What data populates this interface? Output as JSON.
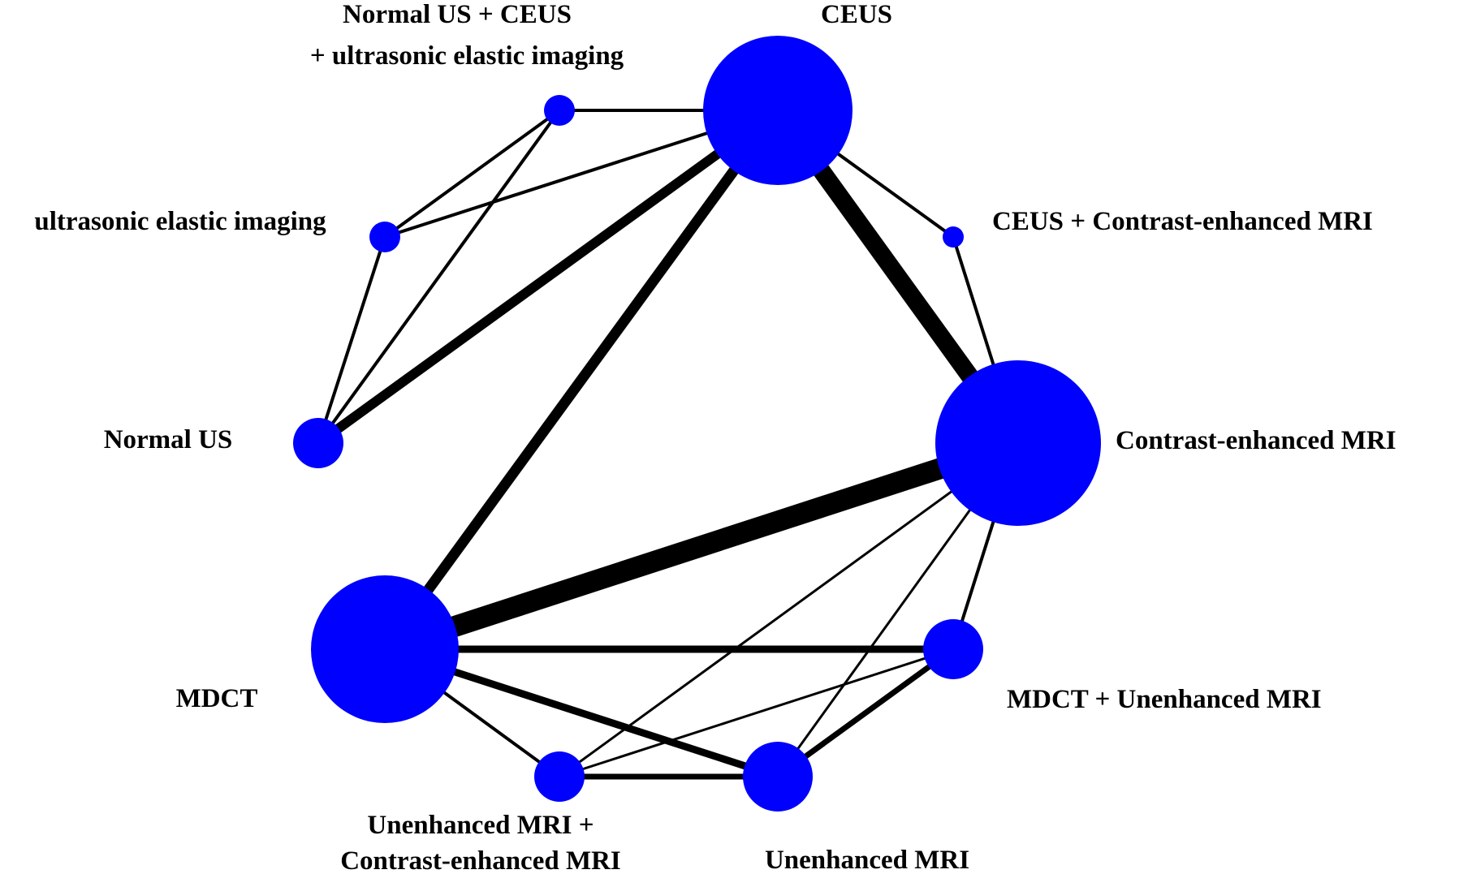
{
  "colors": {
    "node_fill": "#0000ff",
    "edge_stroke": "#000000",
    "label_text": "#000000",
    "background": "#ffffff"
  },
  "nodes": [
    {
      "id": "ceus",
      "lines": [
        "CEUS"
      ]
    },
    {
      "id": "ceus-cemri",
      "lines": [
        "CEUS + Contrast-enhanced MRI"
      ]
    },
    {
      "id": "cemri",
      "lines": [
        "Contrast-enhanced MRI"
      ]
    },
    {
      "id": "mdct-umri",
      "lines": [
        "MDCT + Unenhanced MRI"
      ]
    },
    {
      "id": "umri",
      "lines": [
        "Unenhanced MRI"
      ]
    },
    {
      "id": "umri-cemri",
      "lines": [
        "Unenhanced MRI +",
        "Contrast-enhanced MRI"
      ]
    },
    {
      "id": "mdct",
      "lines": [
        "MDCT"
      ]
    },
    {
      "id": "nus",
      "lines": [
        "Normal US"
      ]
    },
    {
      "id": "uei",
      "lines": [
        "ultrasonic elastic imaging"
      ]
    },
    {
      "id": "nus-ceus-uei",
      "lines": [
        "Normal US + CEUS",
        "+ ultrasonic elastic imaging"
      ]
    }
  ],
  "edges": [
    {
      "from": "nus-ceus-uei",
      "to": "ceus"
    },
    {
      "from": "nus-ceus-uei",
      "to": "uei"
    },
    {
      "from": "nus-ceus-uei",
      "to": "nus"
    },
    {
      "from": "uei",
      "to": "ceus"
    },
    {
      "from": "uei",
      "to": "nus"
    },
    {
      "from": "nus",
      "to": "ceus"
    },
    {
      "from": "mdct",
      "to": "ceus"
    },
    {
      "from": "ceus",
      "to": "cemri"
    },
    {
      "from": "ceus",
      "to": "ceus-cemri"
    },
    {
      "from": "ceus-cemri",
      "to": "cemri"
    },
    {
      "from": "mdct",
      "to": "cemri"
    },
    {
      "from": "cemri",
      "to": "mdct-umri"
    },
    {
      "from": "cemri",
      "to": "umri-cemri"
    },
    {
      "from": "cemri",
      "to": "umri"
    },
    {
      "from": "mdct",
      "to": "mdct-umri"
    },
    {
      "from": "mdct",
      "to": "umri"
    },
    {
      "from": "mdct",
      "to": "umri-cemri"
    },
    {
      "from": "mdct-umri",
      "to": "umri-cemri"
    },
    {
      "from": "mdct-umri",
      "to": "umri"
    },
    {
      "from": "umri-cemri",
      "to": "umri"
    }
  ]
}
